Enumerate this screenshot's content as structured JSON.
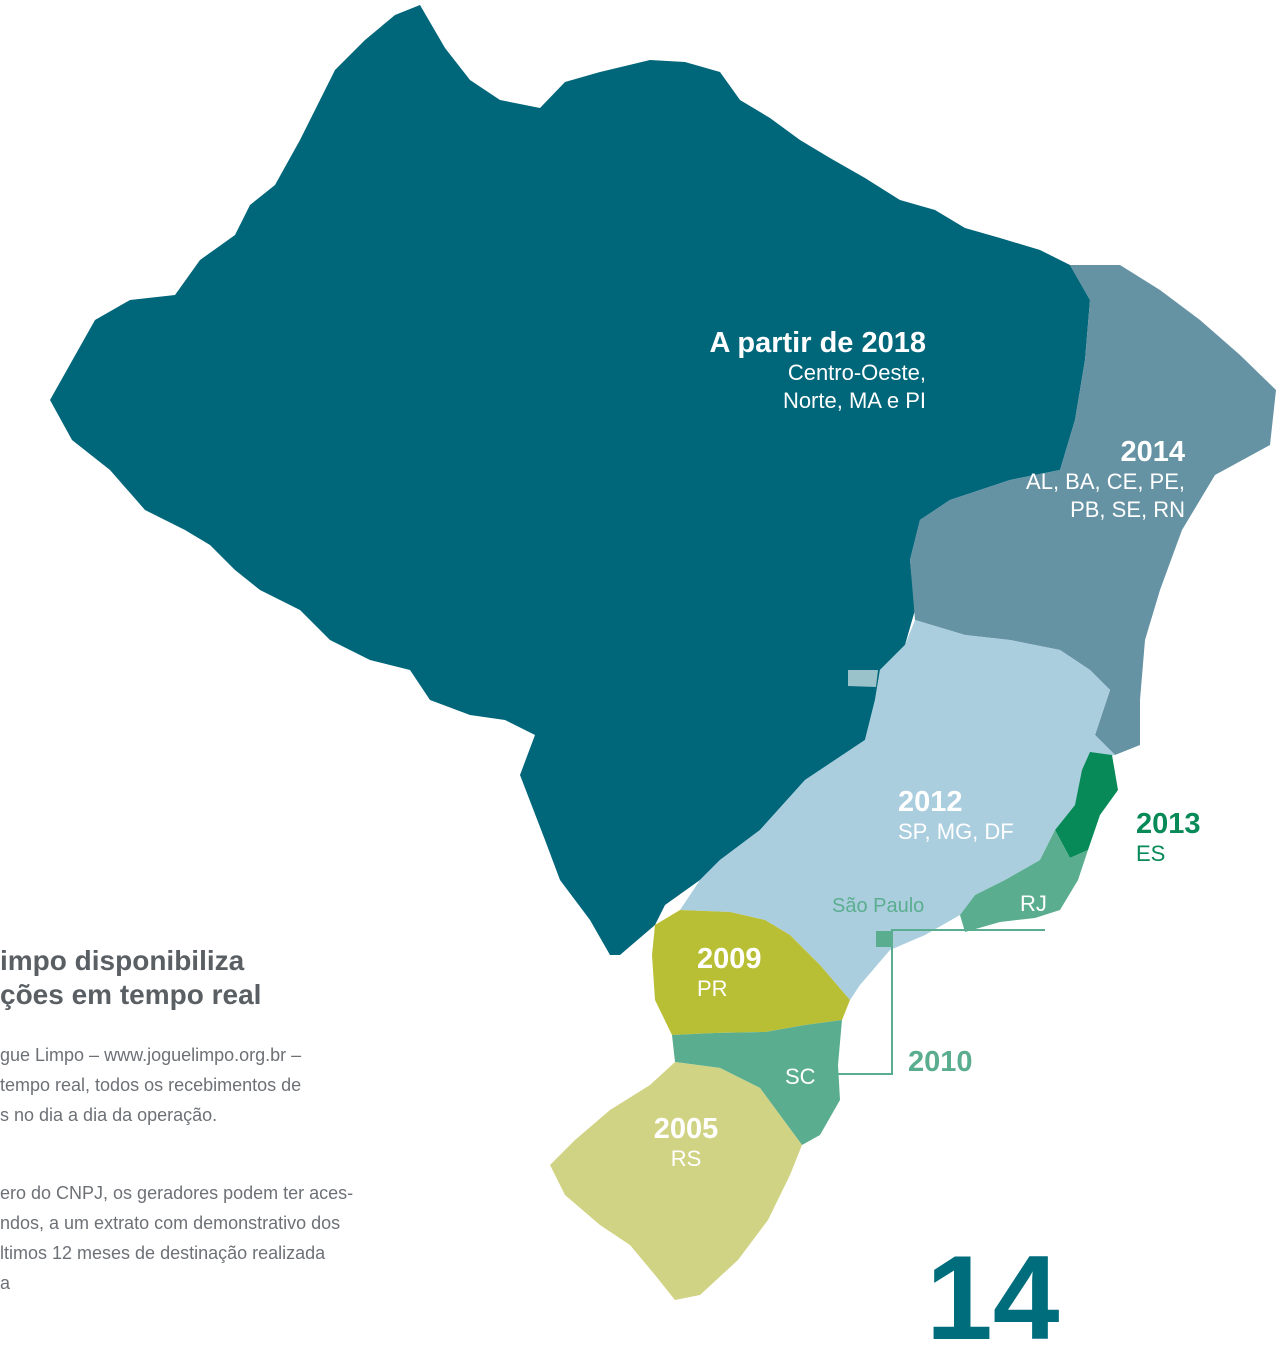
{
  "colors": {
    "phase_2018": "#00667a",
    "phase_2014": "#6693a4",
    "phase_2012": "#abcedf",
    "phase_2013": "#078a58",
    "phase_2010": "#5aae8f",
    "phase_2009": "#b9bf34",
    "phase_2005": "#d1d384"
  },
  "regions": {
    "r2018": {
      "year": "A partir de 2018",
      "line1": "Centro-Oeste,",
      "line2": "Norte, MA e PI"
    },
    "r2014": {
      "year": "2014",
      "line1": "AL, BA, CE, PE,",
      "line2": "PB, SE, RN"
    },
    "r2012": {
      "year": "2012",
      "states": "SP, MG, DF"
    },
    "r2013": {
      "year": "2013",
      "states": "ES"
    },
    "r2010": {
      "year": "2010",
      "rj": "RJ",
      "sc": "SC",
      "city": "São Paulo"
    },
    "r2009": {
      "year": "2009",
      "states": "PR"
    },
    "r2005": {
      "year": "2005",
      "states": "RS"
    }
  },
  "side": {
    "title_line1": "impo disponibiliza",
    "title_line2": "ções em tempo real",
    "para1_line1": "gue Limpo – www.joguelimpo.org.br –",
    "para1_line2": "tempo real, todos os recebimentos de",
    "para1_line3": "s no dia a dia da operação.",
    "para2_line1": "ero do CNPJ, os geradores podem ter aces-",
    "para2_line2": "ndos, a um extrato com demonstrativo dos",
    "para2_line3": "ltimos 12 meses de destinação realizada",
    "para2_line4": "a"
  },
  "page_number": "14"
}
